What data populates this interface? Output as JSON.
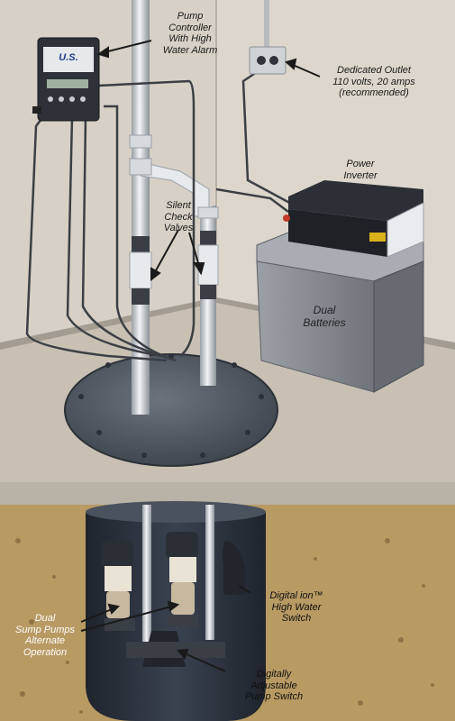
{
  "labels": {
    "pump_controller": [
      "Pump",
      "Controller",
      "With High",
      "Water Alarm"
    ],
    "dedicated_outlet": [
      "Dedicated Outlet",
      "110 volts, 20 amps",
      "(recommended)"
    ],
    "power_inverter": [
      "Power",
      "Inverter"
    ],
    "silent_check_valves": [
      "Silent",
      "Check",
      "Valves"
    ],
    "dual_batteries": [
      "Dual",
      "Batteries"
    ],
    "dual_sump_pumps": [
      "Dual",
      "Sump Pumps",
      "Alternate",
      "Operation"
    ],
    "high_water_switch": [
      "Digital ion™",
      "High Water",
      "Switch"
    ],
    "pump_switch": [
      "Digitally",
      "Adjustable",
      "Pump Switch"
    ]
  },
  "controller_logo": "U.S.",
  "colors": {
    "wall": "#d9d3ca",
    "floor": "#c9c1b5",
    "soil": "#b89a63",
    "pit": "#2e3440",
    "pipe": "#d8dce0",
    "battery": "#8a8f96"
  }
}
